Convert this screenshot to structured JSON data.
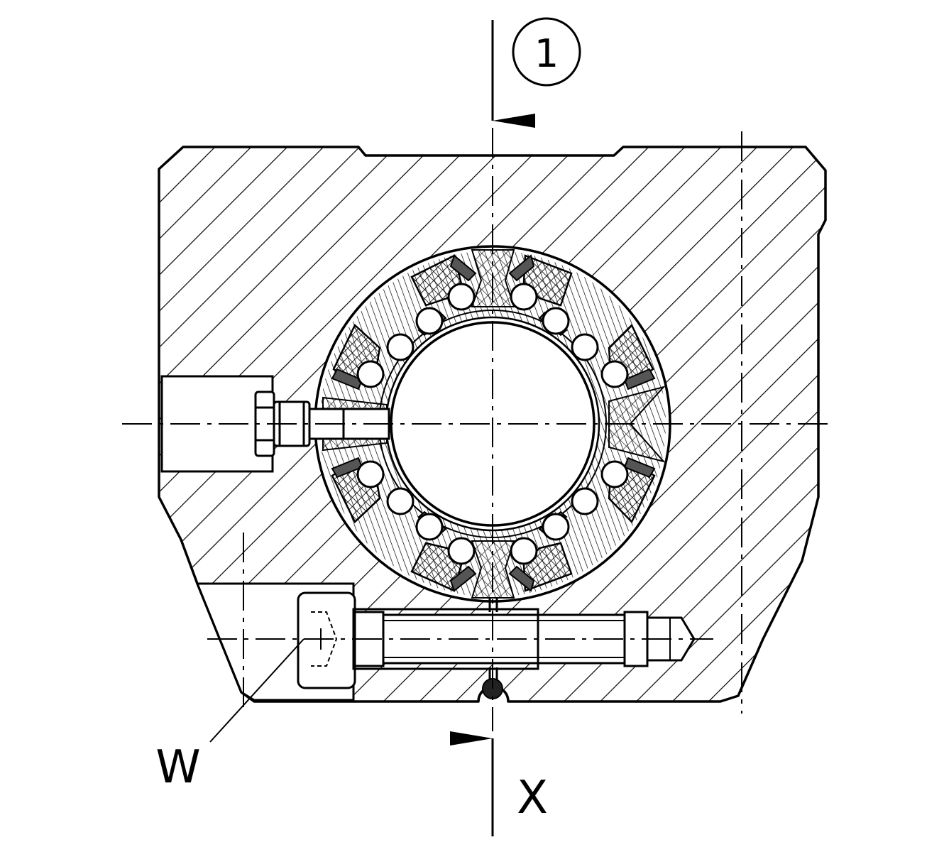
{
  "labels": {
    "callout": "1",
    "w": "W",
    "x": "X"
  },
  "colors": {
    "ink": "#000000",
    "paper": "#ffffff",
    "seal": "#555555"
  },
  "structure": {
    "ball_count": 16
  }
}
